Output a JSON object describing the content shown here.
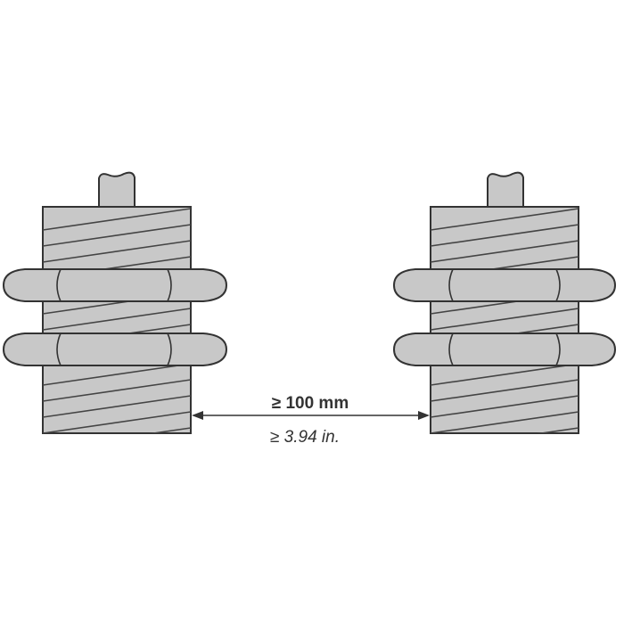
{
  "dimension": {
    "metric": "≥ 100 mm",
    "imperial": "≥ 3.94 in."
  },
  "colors": {
    "body_fill": "#c8c8c8",
    "outline": "#333333",
    "background": "#ffffff"
  },
  "sensors": [
    "left-sensor",
    "right-sensor"
  ]
}
